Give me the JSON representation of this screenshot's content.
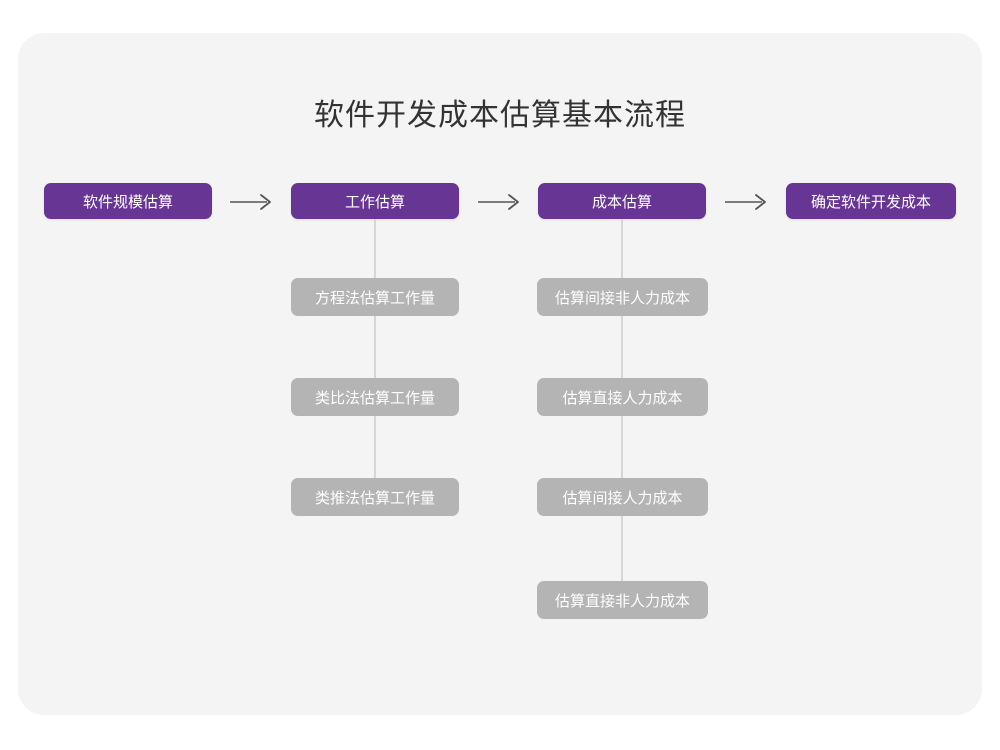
{
  "diagram": {
    "title": "软件开发成本估算基本流程",
    "background_color": "#ffffff",
    "card_color": "#f4f4f5",
    "primary_color": "#673694",
    "secondary_color": "#b4b4b4",
    "connector_color": "#d6d6d6",
    "arrow_color": "#555555",
    "title_color": "#333333",
    "main_flow": [
      {
        "id": "step-1",
        "label": "软件规模估算"
      },
      {
        "id": "step-2",
        "label": "工作估算"
      },
      {
        "id": "step-3",
        "label": "成本估算"
      },
      {
        "id": "step-4",
        "label": "确定软件开发成本"
      }
    ],
    "arrows": [
      {
        "id": "arrow-1",
        "glyph": "right-arrow"
      },
      {
        "id": "arrow-2",
        "glyph": "right-arrow"
      },
      {
        "id": "arrow-3",
        "glyph": "right-arrow"
      }
    ],
    "branches": [
      {
        "id": "branch-work-estimation",
        "parent": "工作估算",
        "items": [
          {
            "id": "work-1",
            "label": "方程法估算工作量"
          },
          {
            "id": "work-2",
            "label": "类比法估算工作量"
          },
          {
            "id": "work-3",
            "label": "类推法估算工作量"
          }
        ]
      },
      {
        "id": "branch-cost-estimation",
        "parent": "成本估算",
        "items": [
          {
            "id": "cost-1",
            "label": "估算间接非人力成本"
          },
          {
            "id": "cost-2",
            "label": "估算直接人力成本"
          },
          {
            "id": "cost-3",
            "label": "估算间接人力成本"
          },
          {
            "id": "cost-4",
            "label": "估算直接非人力成本"
          }
        ]
      }
    ]
  }
}
